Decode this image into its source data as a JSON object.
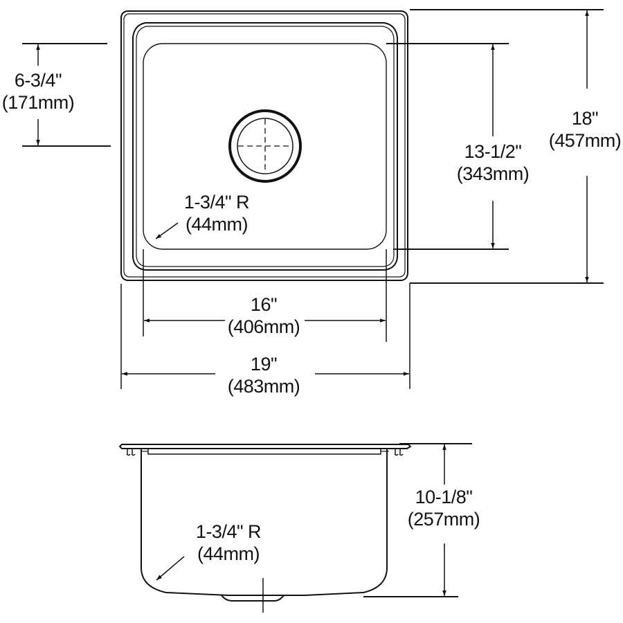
{
  "diagram": {
    "type": "technical-drawing",
    "subject": "single-bowl sink",
    "colors": {
      "line": "#111111",
      "background": "#ffffff"
    },
    "top_view": {
      "drain_offset": {
        "inches": "6-3/4\"",
        "mm": "(171mm)"
      },
      "bowl_corner_radius": {
        "inches": "1-3/4\" R",
        "mm": "(44mm)"
      },
      "bowl_length": {
        "inches": "13-1/2\"",
        "mm": "(343mm)"
      },
      "overall_length": {
        "inches": "18\"",
        "mm": "(457mm)"
      },
      "bowl_width": {
        "inches": "16\"",
        "mm": "(406mm)"
      },
      "overall_width": {
        "inches": "19\"",
        "mm": "(483mm)"
      }
    },
    "side_view": {
      "bowl_corner_radius": {
        "inches": "1-3/4\" R",
        "mm": "(44mm)"
      },
      "bowl_depth": {
        "inches": "10-1/8\"",
        "mm": "(257mm)"
      }
    }
  }
}
